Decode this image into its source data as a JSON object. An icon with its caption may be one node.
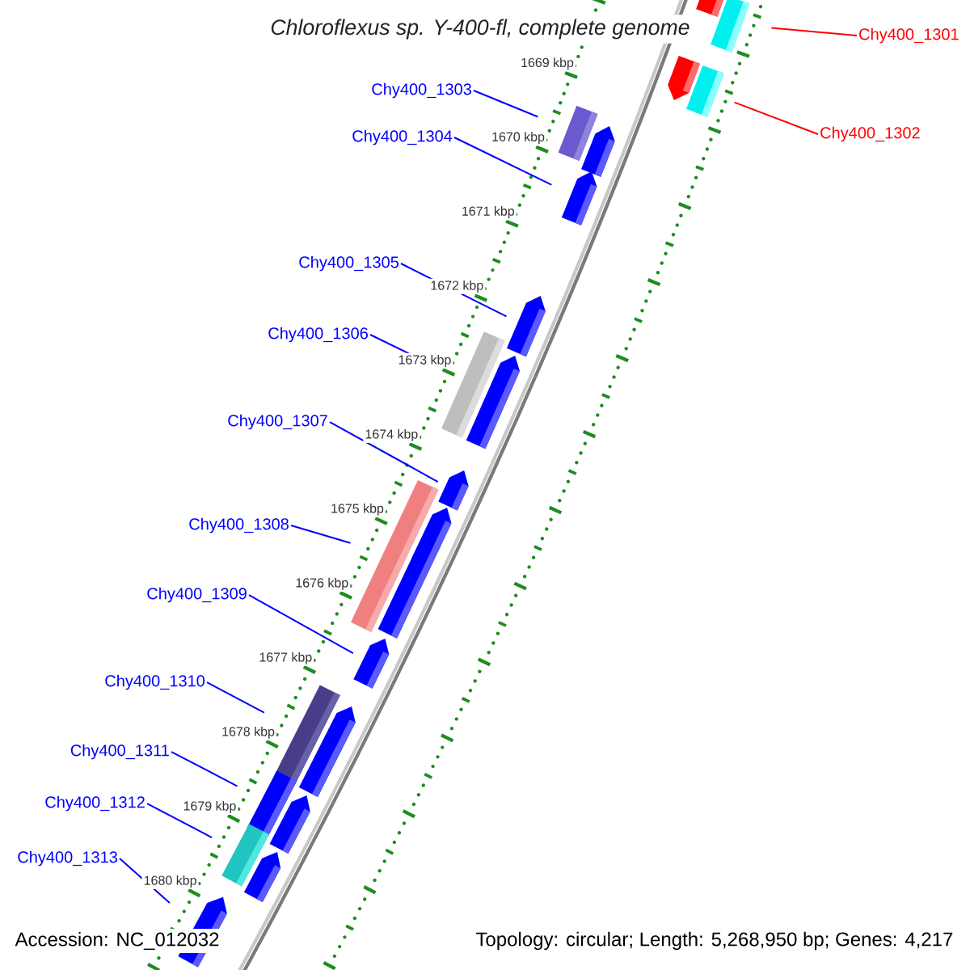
{
  "diagram": {
    "title": "Chloroflexus sp. Y-400-fl, complete genome",
    "nodes": [
      {
        "text": [
          "Chy400_1301"
        ]
      },
      {
        "text": [
          "Chy400_1302"
        ]
      },
      {
        "text": [
          "Chy400_1303"
        ]
      },
      {
        "text": [
          "Chy400_1304"
        ]
      },
      {
        "text": [
          "Chy400_1305"
        ]
      },
      {
        "text": [
          "Chy400_1306"
        ]
      },
      {
        "text": [
          "Chy400_1307"
        ]
      },
      {
        "text": [
          "Chy400_1308"
        ]
      },
      {
        "text": [
          "Chy400_1309"
        ]
      },
      {
        "text": [
          "Chy400_1310"
        ]
      },
      {
        "text": [
          "Chy400_1311"
        ]
      },
      {
        "text": [
          "Chy400_1312"
        ]
      },
      {
        "text": [
          "Chy400_1313"
        ]
      },
      {
        "text": [],
        "shape": "box"
      },
      {
        "text": [],
        "shape": "box"
      },
      {
        "text": [],
        "shape": "box"
      },
      {
        "text": [],
        "shape": "arrow"
      },
      {
        "text": [],
        "shape": "arrow"
      },
      {
        "text": [],
        "shape": "box"
      },
      {
        "text": [],
        "shape": "arrow"
      },
      {
        "text": [],
        "shape": "box"
      },
      {
        "text": [],
        "shape": "arrow"
      },
      {
        "text": [],
        "shape": "box"
      },
      {
        "text": [],
        "shape": "box"
      },
      {
        "text": [],
        "shape": "box"
      },
      {
        "text": [],
        "shape": "arrow"
      }
    ],
    "edges": [
      {
        "from": 0,
        "to": 13,
        "arrow": "none",
        "color": "#ff0000"
      },
      {
        "from": 1,
        "to": 14,
        "arrow": "none",
        "color": "#ff0000"
      },
      {
        "from": 2,
        "to": 15,
        "arrow": "none"
      },
      {
        "from": 3,
        "to": 16,
        "arrow": "none"
      },
      {
        "from": 4,
        "to": 17,
        "arrow": "none"
      },
      {
        "from": 5,
        "to": 18,
        "arrow": "none"
      },
      {
        "from": 6,
        "to": 19,
        "arrow": "none"
      },
      {
        "from": 7,
        "to": 20,
        "arrow": "none"
      },
      {
        "from": 8,
        "to": 21,
        "arrow": "none"
      },
      {
        "from": 9,
        "to": 22,
        "arrow": "none"
      },
      {
        "from": 10,
        "to": 23,
        "arrow": "none"
      },
      {
        "from": 11,
        "to": 24,
        "arrow": "none"
      },
      {
        "from": 12,
        "to": 25,
        "arrow": "none"
      }
    ],
    "labels": [
      "1669 kbp",
      "1670 kbp",
      "1671 kbp",
      "1672 kbp",
      "1673 kbp",
      "1674 kbp",
      "1675 kbp",
      "1676 kbp",
      "1677 kbp",
      "1678 kbp",
      "1679 kbp",
      "1680 kbp",
      "Accession: NC_012032",
      "Topology: circular; Length: 5,268,950 bp; Genes: 4,217"
    ]
  }
}
